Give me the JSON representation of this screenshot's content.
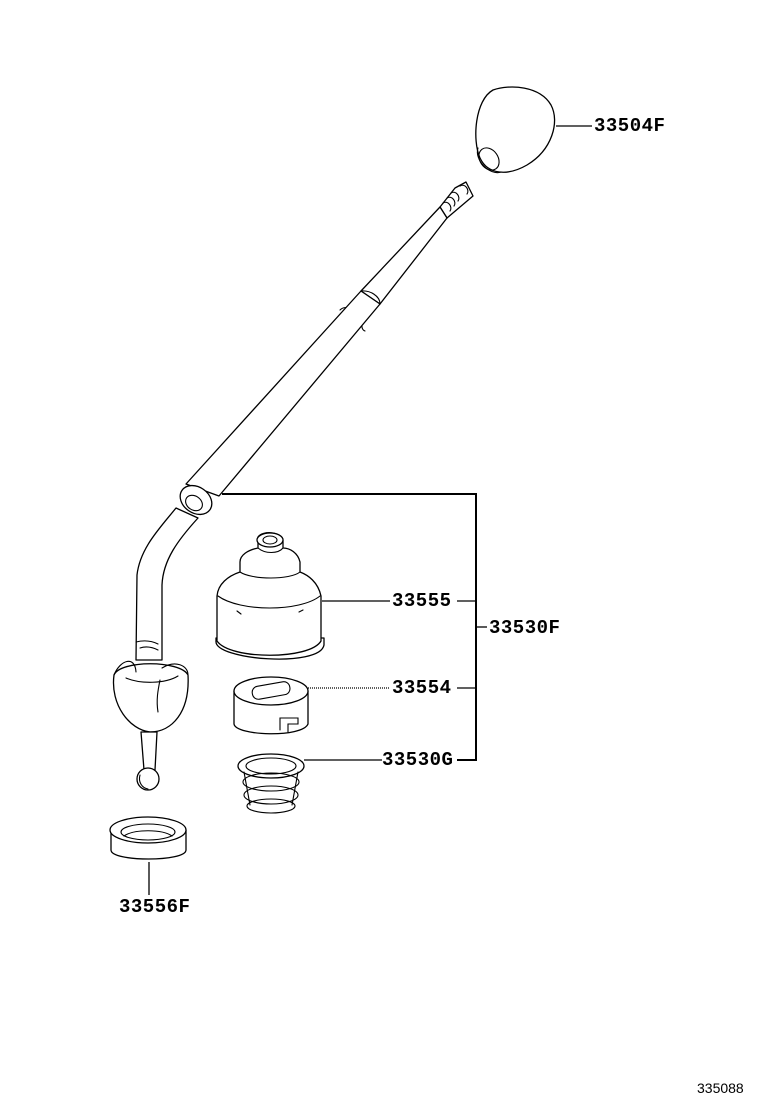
{
  "diagram": {
    "type": "exploded parts diagram",
    "subject": "shift lever assembly",
    "figure_id": "335088",
    "labels": {
      "knob": "33504F",
      "lever_assembly": "33530F",
      "boot": "33555",
      "seat": "33554",
      "spring": "33530G",
      "bushing": "33556F"
    }
  }
}
